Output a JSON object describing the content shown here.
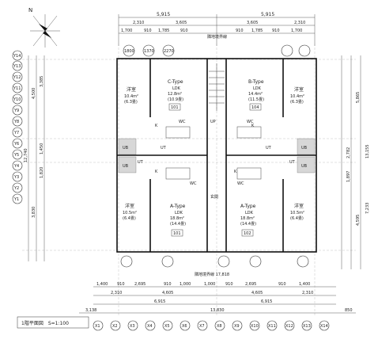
{
  "title": "1階平面図　S=1:100",
  "top_dims": {
    "overall": "5,915",
    "overall_r": "5,915",
    "row2_l": [
      "2,310",
      "3,605"
    ],
    "row2_r": [
      "3,605",
      "2,310"
    ],
    "row3": [
      "1,700",
      "910",
      "1,785",
      "910",
      "910",
      "1,785",
      "910",
      "1,700"
    ]
  },
  "bottom_dims": {
    "row1": [
      "1,400",
      "910",
      "2,695",
      "910",
      "1,000",
      "1,000",
      "910",
      "2,695",
      "910",
      "1,400"
    ],
    "row2": [
      "2,310",
      "4,605",
      "4,605",
      "2,310"
    ],
    "row3": [
      "6,915",
      "6,915"
    ],
    "overall": "13,830",
    "left_edge": "3,138",
    "right_edge": "850"
  },
  "left_dims": [
    "4,500",
    "3,385",
    "12,740",
    "1,450",
    "1,820",
    "3,830"
  ],
  "right_dims": [
    "5,865",
    "13,155",
    "2,782",
    "1,897",
    "4,595",
    "7,233"
  ],
  "rooms": {
    "r101": {
      "name": "C-Type",
      "ldk": "LDK",
      "area": "12.8m²",
      "tatami": "(10.9畳)",
      "no": "101"
    },
    "r104": {
      "name": "B-Type",
      "ldk": "LDK",
      "area": "14.4m²",
      "tatami": "(11.5畳)",
      "no": "104"
    },
    "r101b": {
      "name": "A-Type",
      "ldk": "LDK",
      "area": "18.8m²",
      "tatami": "(14.4畳)",
      "no": "101"
    },
    "r102": {
      "name": "A-Type",
      "ldk": "LDK",
      "area": "18.8m²",
      "tatami": "(14.4畳)",
      "no": "102"
    },
    "bed_tl": {
      "name": "洋室",
      "area": "10.4m²",
      "tatami": "(6.3畳)"
    },
    "bed_tr": {
      "name": "洋室",
      "area": "10.4m²",
      "tatami": "(6.3畳)"
    },
    "bed_bl": {
      "name": "洋室",
      "area": "10.5m²",
      "tatami": "(6.4畳)"
    },
    "bed_br": {
      "name": "洋室",
      "area": "10.5m²",
      "tatami": "(6.4畳)"
    }
  },
  "labels": {
    "ub": "UB",
    "wc": "WC",
    "ut": "UT",
    "entrance": "玄関",
    "up": "UP",
    "kitchen": "K",
    "north_arrow": "N",
    "corridor_top": "隣地境界線",
    "corridor_bottom": "隣地境界線 17,818"
  },
  "x_grid": [
    "X1",
    "X2",
    "X3",
    "X4",
    "X5",
    "X6",
    "X7",
    "X8",
    "X9",
    "X10",
    "X11",
    "X12",
    "X13",
    "X14"
  ],
  "y_grid": [
    "Y14",
    "Y13",
    "Y12",
    "Y11",
    "Y10",
    "Y9",
    "Y8",
    "Y7",
    "Y6",
    "Y5",
    "Y4",
    "Y3",
    "Y2",
    "Y1"
  ],
  "bubble_tags": [
    "1800",
    "1370",
    "2270"
  ]
}
